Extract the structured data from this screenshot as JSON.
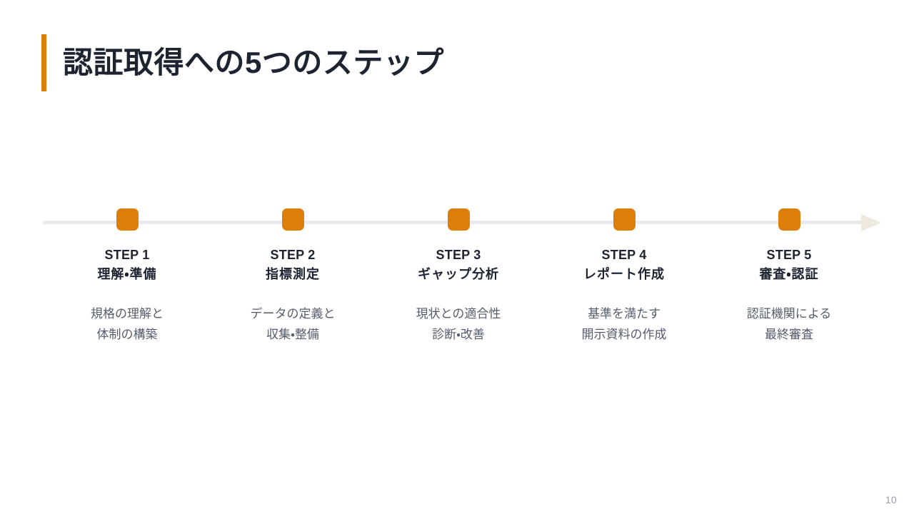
{
  "slide": {
    "title": "認証取得への5つのステップ",
    "accent_color": "#DD7E0B",
    "title_color": "#1D2430",
    "background_color": "#ffffff",
    "page_number": "10"
  },
  "timeline": {
    "line_color": "#E8EAEF",
    "arrow_color": "#EFEADC",
    "marker_color": "#DD7E0B"
  },
  "steps": [
    {
      "label": "STEP 1",
      "name": "理解・準備",
      "desc_line1": "規格の理解と",
      "desc_line2": "体制の構築"
    },
    {
      "label": "STEP 2",
      "name": "指標測定",
      "desc_line1": "データの定義と",
      "desc_line2": "収集・整備"
    },
    {
      "label": "STEP 3",
      "name": "ギャップ分析",
      "desc_line1": "現状との適合性",
      "desc_line2": "診断・改善"
    },
    {
      "label": "STEP 4",
      "name": "レポート作成",
      "desc_line1": "基準を満たす",
      "desc_line2": "開示資料の作成"
    },
    {
      "label": "STEP 5",
      "name": "審査・認証",
      "desc_line1": "認証機関による",
      "desc_line2": "最終審査"
    }
  ]
}
